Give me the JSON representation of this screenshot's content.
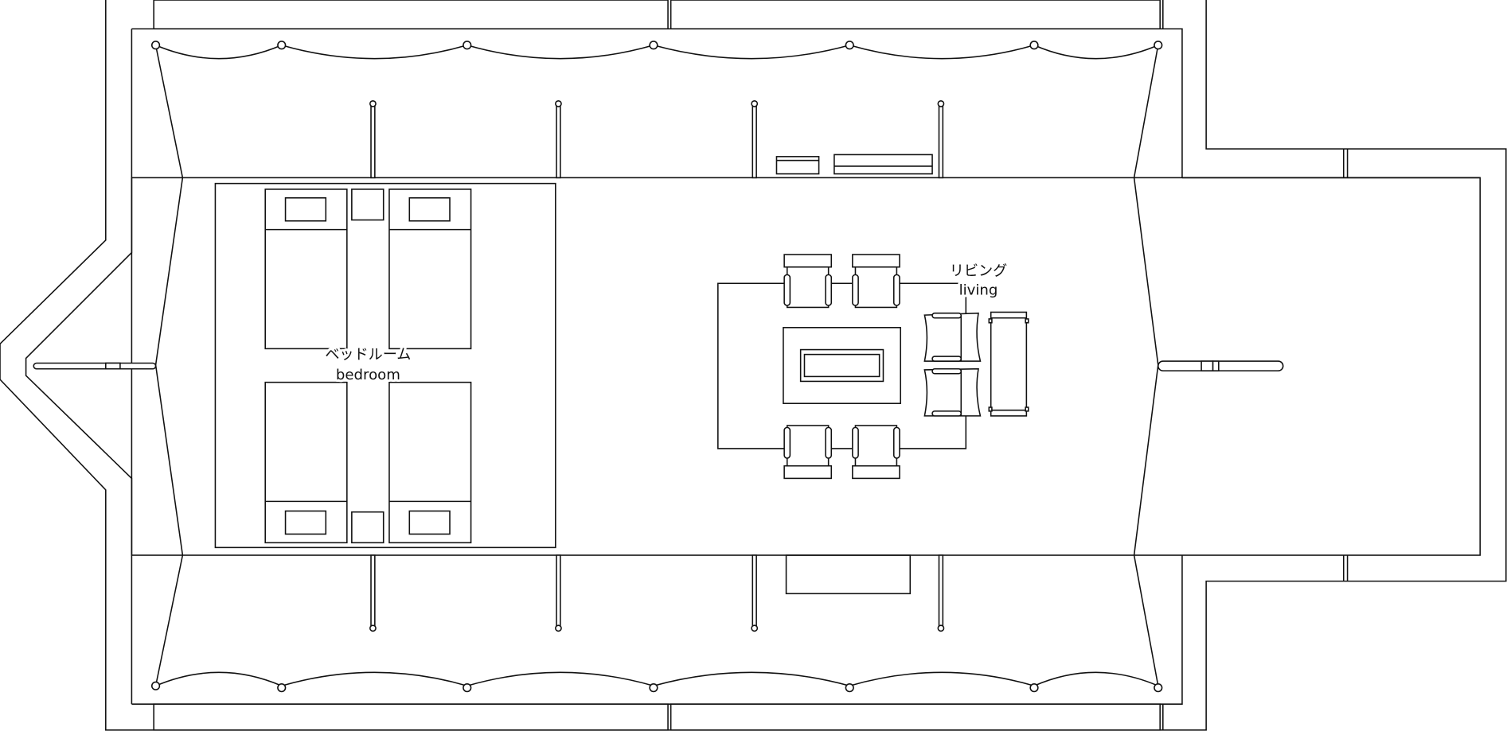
{
  "rooms": {
    "bedroom": {
      "label_ja": "ベッドルーム",
      "label_en": "bedroom"
    },
    "living": {
      "label_ja": "リビング",
      "label_en": "living"
    }
  },
  "colors": {
    "line": "#111111",
    "background": "#ffffff"
  }
}
